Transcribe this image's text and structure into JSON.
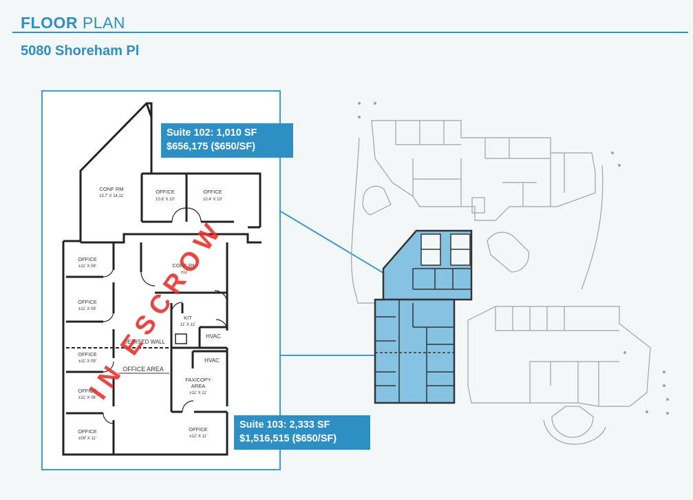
{
  "header": {
    "title_bold": "FLOOR",
    "title_light": "PLAN",
    "address": "5080 Shoreham Pl"
  },
  "callouts": {
    "suite_102": {
      "line1": "Suite 102: 1,010 SF",
      "line2": "$656,175 ($650/SF)"
    },
    "suite_103": {
      "line1": "Suite 103: 2,333 SF",
      "line2": "$1,516,515 ($650/SF)"
    }
  },
  "stamp": "IN ESCROW",
  "rooms": {
    "conf_rm": {
      "name": "CONF RM",
      "dim": "13.7' X 14.11'"
    },
    "office_a": {
      "name": "OFFICE",
      "dim": "10.6' X 10'"
    },
    "office_b": {
      "name": "OFFICE",
      "dim": "10.4' X 10'"
    },
    "conf_rm2": {
      "name": "CONF RM",
      "dim": "±11'"
    },
    "office_1": {
      "name": "OFFICE",
      "dim": "±11' X 09'"
    },
    "office_2": {
      "name": "OFFICE",
      "dim": "±11' X 09'"
    },
    "kit": {
      "name": "KIT",
      "dim": "11' X 11'"
    },
    "hvac_1": {
      "name": "HVAC"
    },
    "hvac_2": {
      "name": "HVAC"
    },
    "demised_wall": "DEMISED WALL",
    "office_3": {
      "name": "OFFICE",
      "dim": "±11' X 09'"
    },
    "office_area": "OFFICE AREA",
    "fax_copy": {
      "name": "FAX/COPY",
      "name2": "AREA",
      "dim": "±11' X 11'"
    },
    "office_4": {
      "name": "OFFICE",
      "dim": "±11' X 08'"
    },
    "office_5": {
      "name": "OFFICE",
      "dim": "±09' X 11'"
    },
    "office_6": {
      "name": "OFFICE",
      "dim": "±12' X 11'"
    }
  },
  "colors": {
    "accent": "#2e8fc4",
    "suite_fill": "#86c3e2",
    "stamp": "#e8322e",
    "wall": "#222222",
    "faint": "#9aa3a8"
  }
}
